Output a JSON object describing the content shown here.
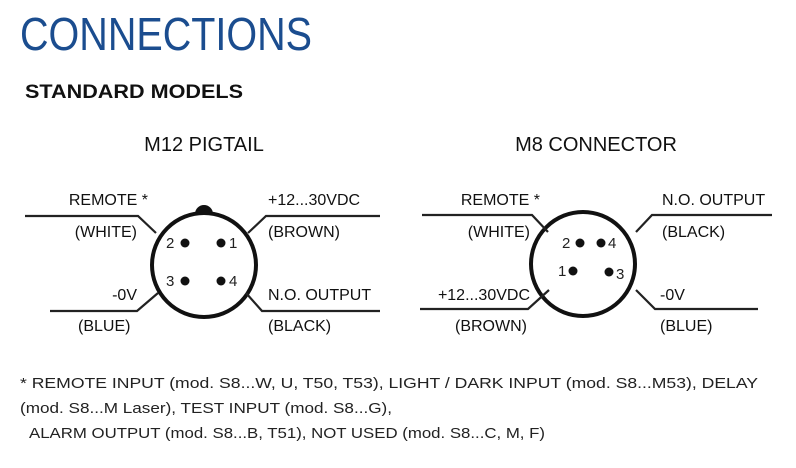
{
  "title": "CONNECTIONS",
  "subtitle": "STANDARD MODELS",
  "title_color": "#1b4d8f",
  "m12": {
    "heading": "M12 PIGTAIL",
    "remote": "REMOTE *",
    "white": "(WHITE)",
    "supply": "+12...30VDC",
    "brown": "(BROWN)",
    "zero": "-0V",
    "blue": "(BLUE)",
    "output": "N.O. OUTPUT",
    "black": "(BLACK)",
    "pins": [
      "1",
      "2",
      "3",
      "4"
    ]
  },
  "m8": {
    "heading": "M8 CONNECTOR",
    "remote": "REMOTE *",
    "white": "(WHITE)",
    "output": "N.O. OUTPUT",
    "black": "(BLACK)",
    "supply": "+12...30VDC",
    "brown": "(BROWN)",
    "zero": "-0V",
    "blue": "(BLUE)",
    "pins": [
      "1",
      "2",
      "3",
      "4"
    ]
  },
  "footnote": [
    "* REMOTE INPUT (mod. S8...W, U, T50, T53), LIGHT / DARK INPUT (mod. S8...M53), DELAY",
    "(mod. S8...M Laser), TEST INPUT (mod. S8...G),",
    "ALARM OUTPUT (mod. S8...B, T51), NOT USED (mod. S8...C, M, F)"
  ]
}
